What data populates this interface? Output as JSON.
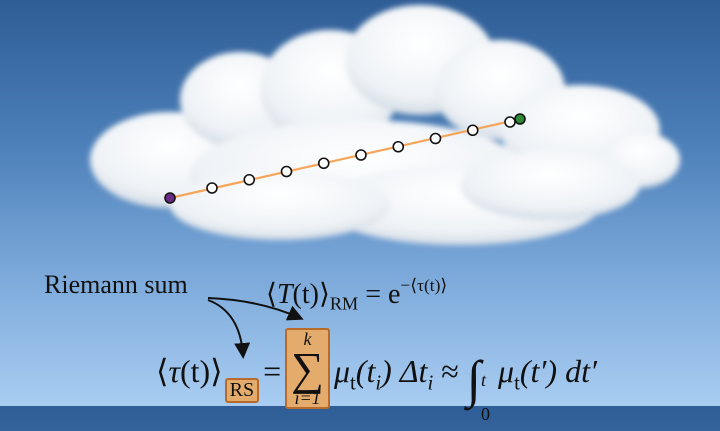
{
  "diagram": {
    "ray_color": "#f5a65a",
    "start_point_color": "#6b2a86",
    "end_point_color": "#2f8a33",
    "sample_point_color": "#ffffff",
    "sample_count": 9
  },
  "labels": {
    "riemann_sum": "Riemann sum"
  },
  "equations": {
    "transmittance": {
      "lhs_open": "⟨",
      "T": "T",
      "paren_t": "(t)",
      "lhs_close": "⟩",
      "sub": "RM",
      "equals": " = e",
      "exp": "−⟨τ(t)⟩"
    },
    "optical_depth": {
      "lhs_open": "⟨",
      "tau": "τ",
      "paren_t": "(t)",
      "lhs_close": "⟩",
      "sub": "RS",
      "equals": "=",
      "sum_upper": "k",
      "sum_symbol": "∑",
      "sum_lower": "i=1",
      "term": "μ",
      "term_sub": "t",
      "term_arg": "(t",
      "term_arg_sub": "i",
      "term_arg_close": ") Δt",
      "term_dt_sub": "i",
      "approx": " ≈ ",
      "int_symbol": "∫",
      "int_upper": "t",
      "int_lower": "0",
      "integrand": "μ",
      "integrand_sub": "t",
      "integrand_arg": "(t′) dt′"
    }
  }
}
